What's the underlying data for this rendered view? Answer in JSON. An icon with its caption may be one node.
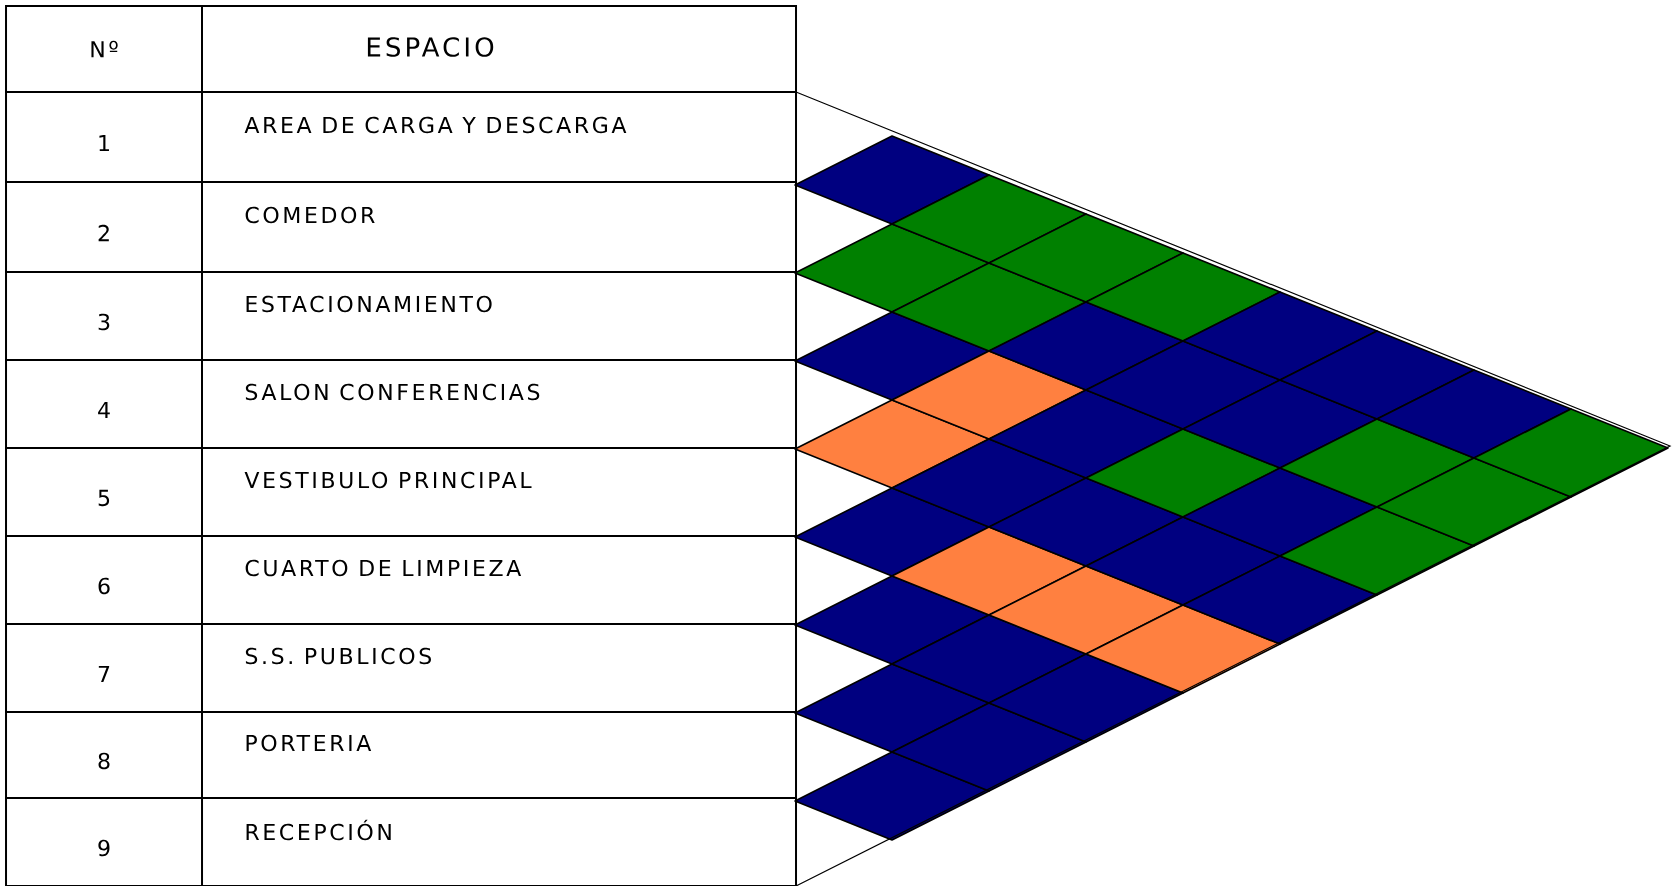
{
  "diagram": {
    "nodes": [
      {
        "text": [
          "Nº",
          "ESPACIO"
        ]
      },
      {
        "text": [
          "1",
          "AREA DE CARGA Y DESCARGA"
        ]
      },
      {
        "text": [
          "2",
          "COMEDOR"
        ]
      },
      {
        "text": [
          "3",
          "ESTACIONAMIENTO"
        ]
      },
      {
        "text": [
          "4",
          "SALON CONFERENCIAS"
        ]
      },
      {
        "text": [
          "5",
          "VESTIBULO PRINCIPAL"
        ]
      },
      {
        "text": [
          "6",
          "CUARTO DE LIMPIEZA"
        ]
      },
      {
        "text": [
          "7",
          "S.S. PUBLICOS"
        ]
      },
      {
        "text": [
          "8",
          "PORTERIA"
        ]
      },
      {
        "text": [
          "9",
          "RECEPCIÓN"
        ]
      },
      {
        "text": [],
        "shape": "diamond"
      },
      {
        "text": [],
        "shape": "diamond"
      },
      {
        "text": [],
        "shape": "diamond"
      },
      {
        "text": [],
        "shape": "diamond"
      },
      {
        "text": [],
        "shape": "diamond"
      },
      {
        "text": [],
        "shape": "diamond"
      },
      {
        "text": [],
        "shape": "diamond"
      },
      {
        "text": [],
        "shape": "diamond"
      },
      {
        "text": [],
        "shape": "diamond"
      },
      {
        "text": [],
        "shape": "diamond"
      },
      {
        "text": [],
        "shape": "diamond"
      },
      {
        "text": [],
        "shape": "diamond"
      },
      {
        "text": [],
        "shape": "diamond"
      },
      {
        "text": [],
        "shape": "diamond"
      },
      {
        "text": [],
        "shape": "diamond"
      },
      {
        "text": [],
        "shape": "diamond"
      },
      {
        "text": [],
        "shape": "diamond"
      },
      {
        "text": [],
        "shape": "diamond"
      },
      {
        "text": [],
        "shape": "diamond"
      },
      {
        "text": [],
        "shape": "diamond"
      },
      {
        "text": [],
        "shape": "diamond"
      },
      {
        "text": [],
        "shape": "diamond"
      },
      {
        "text": [],
        "shape": "diamond"
      },
      {
        "text": [],
        "shape": "diamond"
      },
      {
        "text": [],
        "shape": "diamond"
      },
      {
        "text": [],
        "shape": "diamond"
      },
      {
        "text": [],
        "shape": "diamond"
      },
      {
        "text": [],
        "shape": "diamond"
      },
      {
        "text": [],
        "shape": "diamond"
      },
      {
        "text": [],
        "shape": "diamond"
      },
      {
        "text": [],
        "shape": "diamond"
      },
      {
        "text": [],
        "shape": "diamond"
      },
      {
        "text": [],
        "shape": "diamond"
      },
      {
        "text": [],
        "shape": "diamond"
      },
      {
        "text": [],
        "shape": "diamond"
      },
      {
        "text": [],
        "shape": "diamond"
      }
    ]
  }
}
